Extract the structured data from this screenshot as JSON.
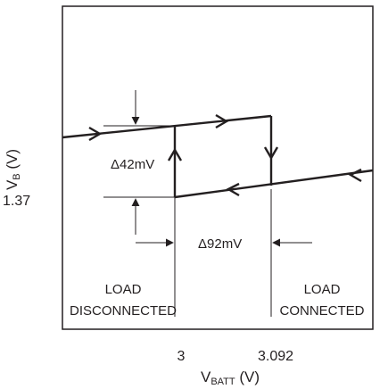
{
  "title": "",
  "axes": {
    "y_label": {
      "main": "V",
      "sub": "B",
      "unit": " (V)"
    },
    "x_label": {
      "main": "V",
      "sub": "BATT",
      "unit": " (V)"
    },
    "y_tick": "1.37",
    "x_ticks": [
      "3",
      "3.092"
    ]
  },
  "annotations": {
    "delta_v": "Δ42mV",
    "delta_batt": "Δ92mV",
    "load_disconnected": [
      "LOAD",
      "DISCONNECTED"
    ],
    "load_connected": [
      "LOAD",
      "CONNECTED"
    ]
  },
  "hysteresis": {
    "lower_threshold_v": 3,
    "upper_threshold_v": 3.092,
    "vb_step_mv": 42,
    "vbatt_hysteresis_mv": 92
  },
  "colors": {
    "ink": "#231f20",
    "background": "#ffffff"
  }
}
